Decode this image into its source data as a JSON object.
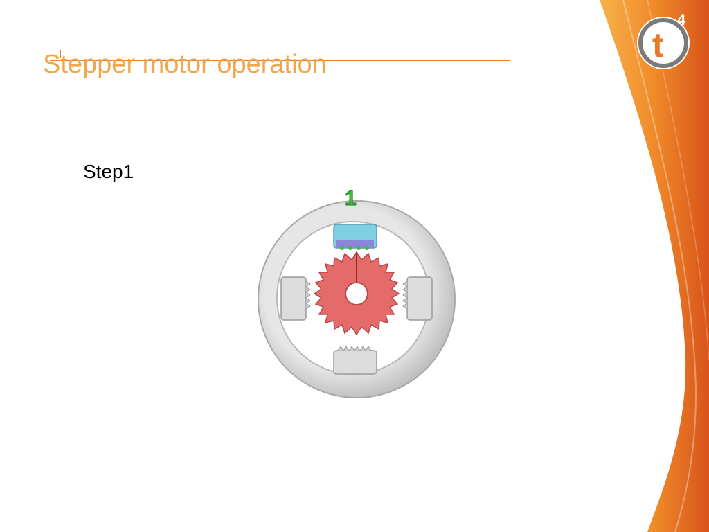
{
  "slide": {
    "title": "Stepper motor operation",
    "bullet": "Step1"
  },
  "figure": {
    "phase_label": "1",
    "rotor_color": "#e56b6b",
    "stator_color": "#cfcfcf",
    "energized_pole_color": "#7ecfe0",
    "phase_label_color": "#3cbf3c"
  },
  "logo": {
    "letter": "t",
    "superscript": "4",
    "color": "#e8792c"
  },
  "theme": {
    "accent": "#f0a64a",
    "decor_orange": "#f08a2a"
  }
}
